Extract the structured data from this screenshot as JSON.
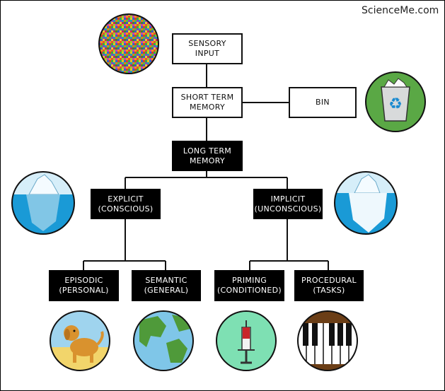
{
  "watermark": "ScienceMe.com",
  "nodes": {
    "sensory_input": "SENSORY\nINPUT",
    "short_term_memory": "SHORT TERM\nMEMORY",
    "bin": "BIN",
    "long_term_memory": "LONG TERM\nMEMORY",
    "explicit": "EXPLICIT\n(CONSCIOUS)",
    "implicit": "IMPLICIT\n(UNCONSCIOUS)",
    "episodic": "EPISODIC\n(PERSONAL)",
    "semantic": "SEMANTIC\n(GENERAL)",
    "priming": "PRIMING\n(CONDITIONED)",
    "procedural": "PROCEDURAL\n(TASKS)"
  },
  "icons": [
    "colorful-noise-icon",
    "recycle-bin-icon",
    "iceberg-tip-icon",
    "iceberg-submerged-icon",
    "dog-icon",
    "globe-icon",
    "syringe-icon",
    "piano-keys-icon"
  ],
  "colors": {
    "ocean": "#1a9ad6",
    "sky": "#d6eef9",
    "bin_circle": "#5aa845",
    "globe_ocean": "#7fc6e8",
    "globe_land": "#4f9a3a",
    "syringe_bg": "#7ee0b3",
    "piano_bg": "#6b3e16",
    "dog_fur": "#d9922e"
  }
}
